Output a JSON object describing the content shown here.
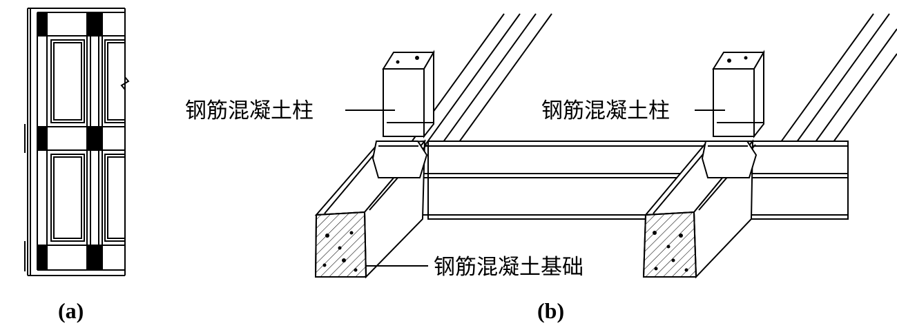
{
  "figure": {
    "panel_a": {
      "caption": "(a)"
    },
    "panel_b": {
      "caption": "(b)",
      "column_label_left": "钢筋混凝土柱",
      "column_label_right": "钢筋混凝土柱",
      "foundation_label": "钢筋混凝土基础"
    }
  }
}
